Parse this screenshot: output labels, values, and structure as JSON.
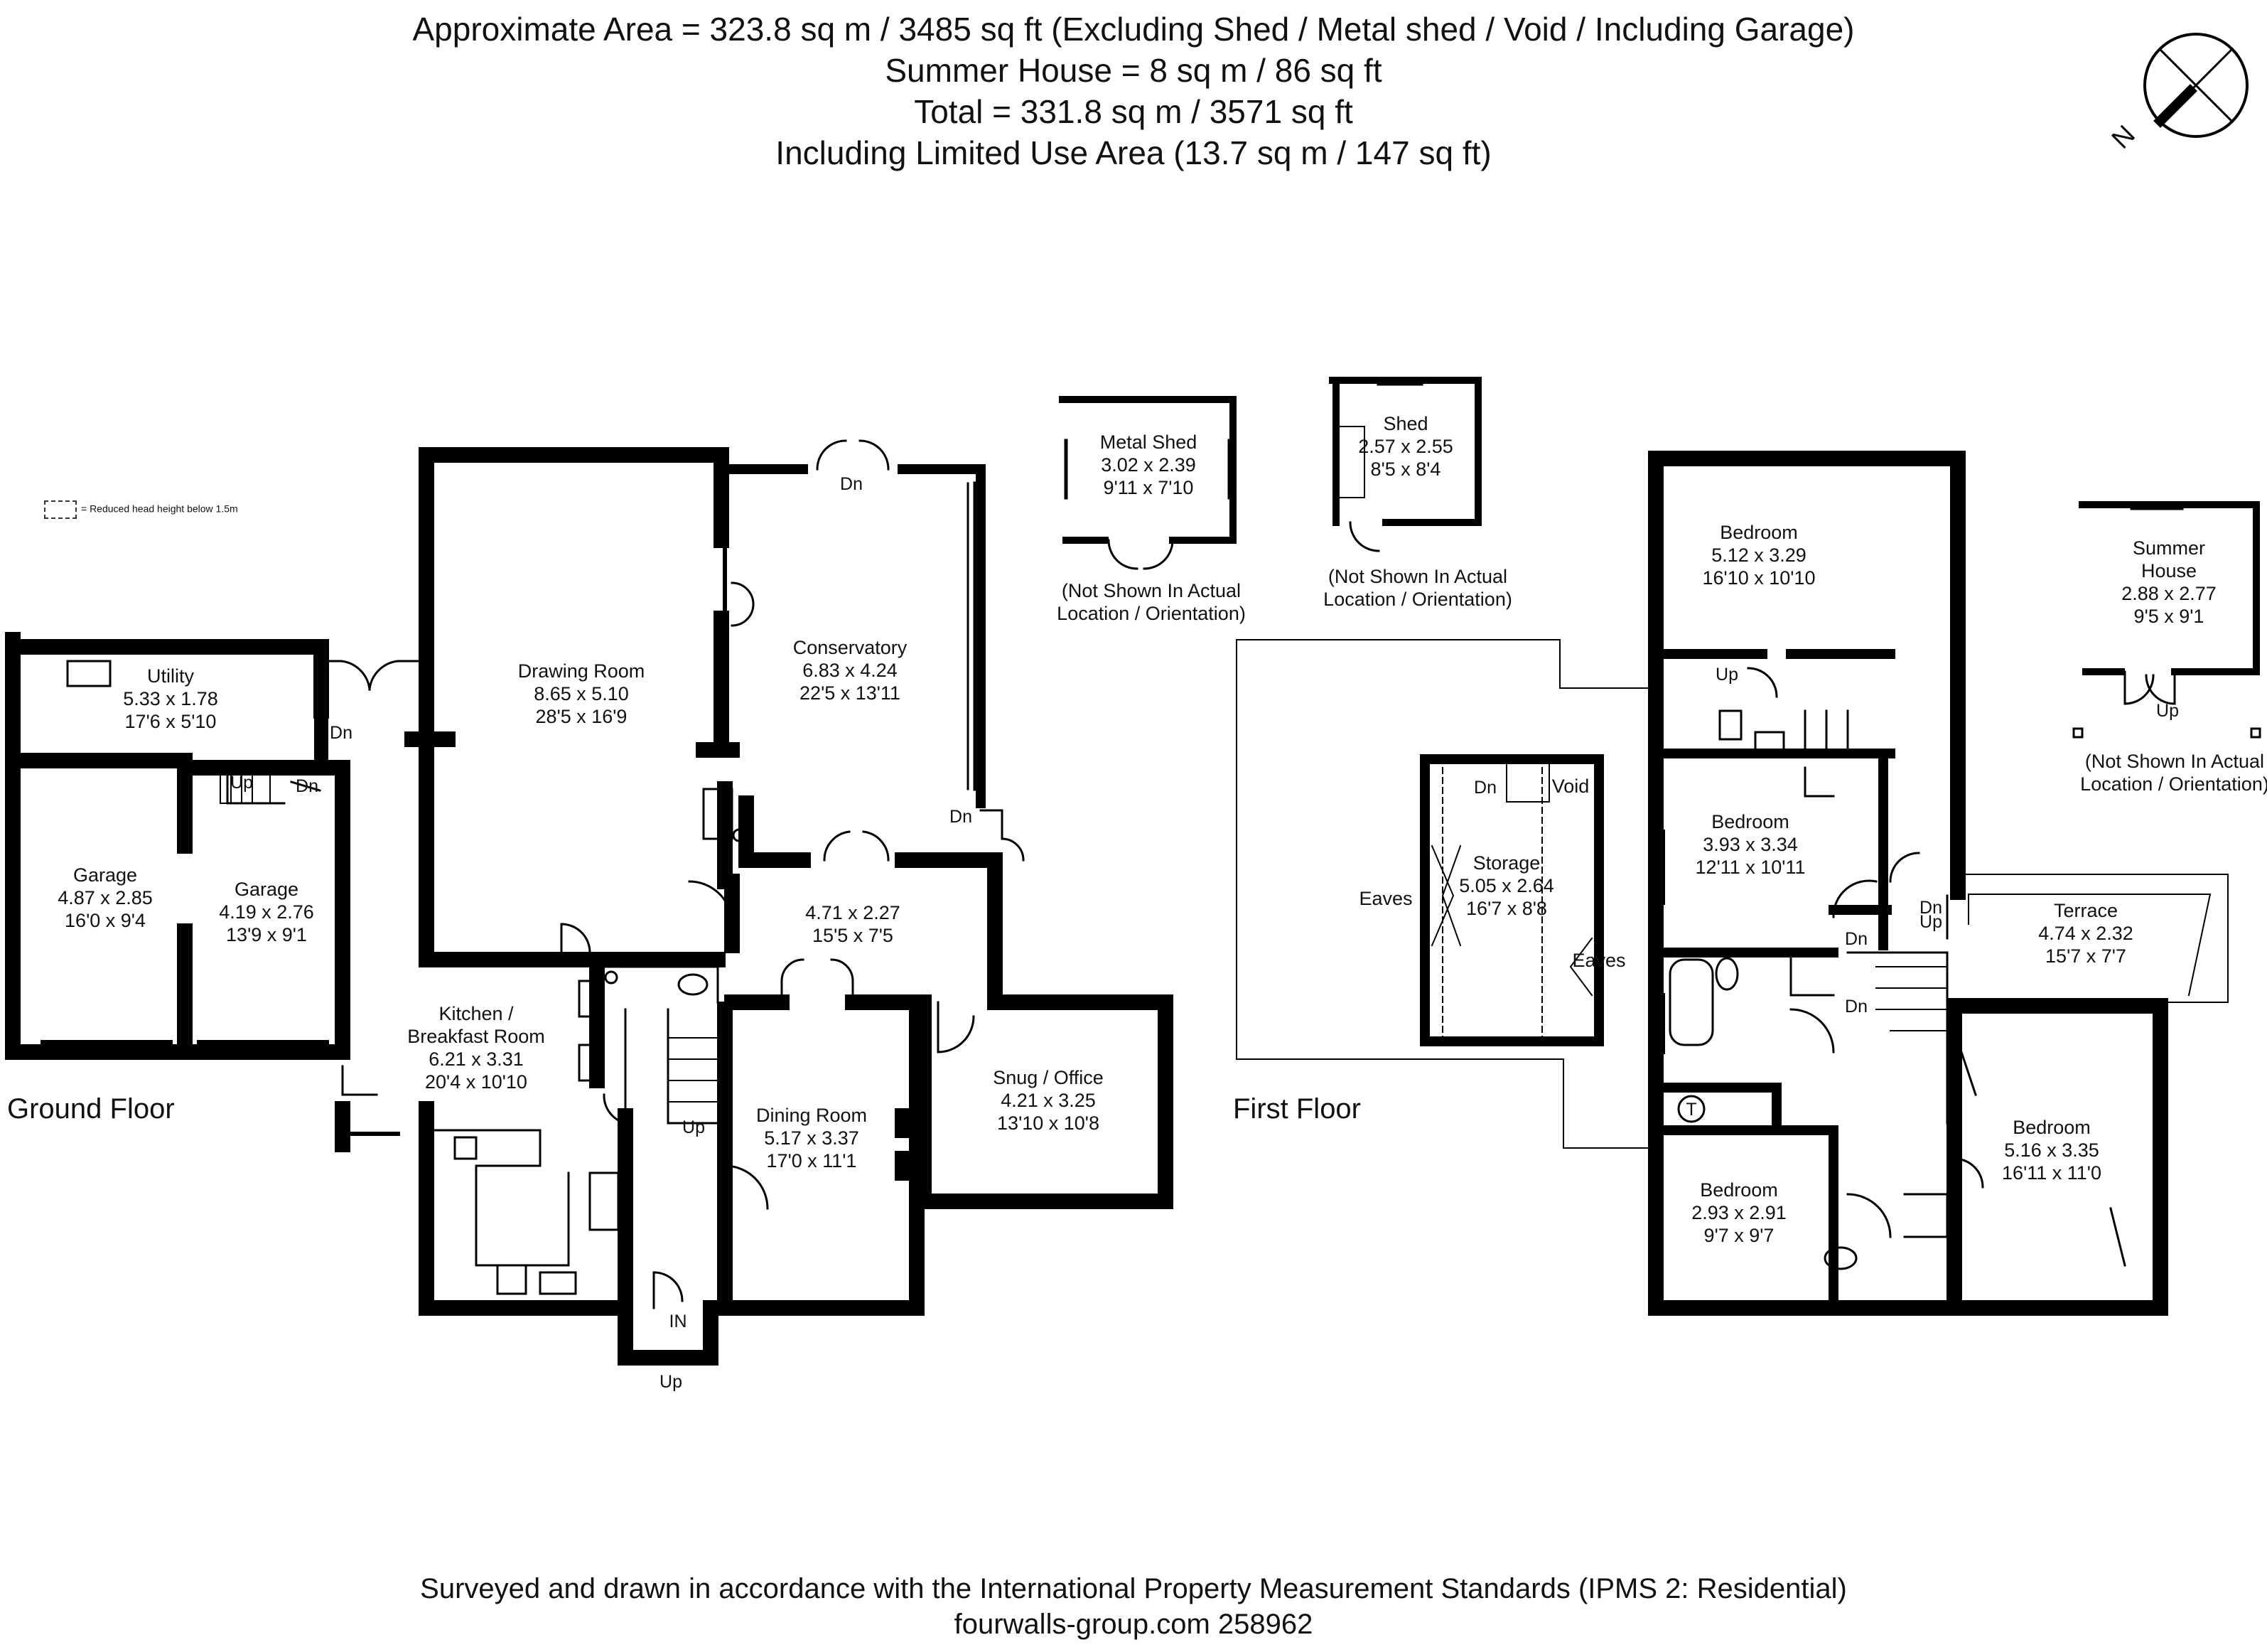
{
  "header": {
    "line1": "Approximate  Area = 323.8 sq m / 3485 sq ft (Excluding Shed / Metal shed / Void / Including Garage)",
    "line2": "Summer House = 8 sq m / 86 sq ft",
    "line3": "Total = 331.8 sq m / 3571 sq ft",
    "line4": "Including Limited Use Area (13.7 sq m / 147 sq ft)"
  },
  "compass": {
    "label": "N"
  },
  "legend": {
    "text": "= Reduced head height below 1.5m"
  },
  "floors": {
    "ground": "Ground Floor",
    "first": "First Floor"
  },
  "rooms": {
    "utility": {
      "name": "Utility",
      "metric": "5.33 x 1.78",
      "imperial": "17'6 x 5'10"
    },
    "garage1": {
      "name": "Garage",
      "metric": "4.87 x 2.85",
      "imperial": "16'0 x 9'4"
    },
    "garage2": {
      "name": "Garage",
      "metric": "4.19 x 2.76",
      "imperial": "13'9 x 9'1"
    },
    "drawing": {
      "name": "Drawing Room",
      "metric": "8.65 x 5.10",
      "imperial": "28'5 x 16'9"
    },
    "conservatory": {
      "name": "Conservatory",
      "metric": "6.83 x 4.24",
      "imperial": "22'5 x 13'11"
    },
    "hall": {
      "metric": "4.71 x 2.27",
      "imperial": "15'5 x 7'5"
    },
    "kitchen": {
      "name1": "Kitchen /",
      "name2": "Breakfast Room",
      "metric": "6.21 x 3.31",
      "imperial": "20'4 x 10'10"
    },
    "dining": {
      "name": "Dining Room",
      "metric": "5.17 x 3.37",
      "imperial": "17'0 x 11'1"
    },
    "snug": {
      "name": "Snug / Office",
      "metric": "4.21 x 3.25",
      "imperial": "13'10 x 10'8"
    },
    "metalshed": {
      "name": "Metal Shed",
      "metric": "3.02 x 2.39",
      "imperial": "9'11 x 7'10",
      "note1": "(Not Shown In Actual",
      "note2": "Location / Orientation)"
    },
    "shed": {
      "name": "Shed",
      "metric": "2.57 x 2.55",
      "imperial": "8'5 x 8'4",
      "note1": "(Not Shown In Actual",
      "note2": "Location / Orientation)"
    },
    "storage": {
      "name": "Storage",
      "metric": "5.05 x 2.64",
      "imperial": "16'7 x 8'8",
      "void": "Void"
    },
    "bed1": {
      "name": "Bedroom",
      "metric": "5.12 x 3.29",
      "imperial": "16'10 x 10'10"
    },
    "bed2": {
      "name": "Bedroom",
      "metric": "3.93 x 3.34",
      "imperial": "12'11 x 10'11"
    },
    "bed3": {
      "name": "Bedroom",
      "metric": "2.93 x 2.91",
      "imperial": "9'7 x 9'7"
    },
    "bed4": {
      "name": "Bedroom",
      "metric": "5.16 x 3.35",
      "imperial": "16'11 x 11'0"
    },
    "terrace": {
      "name": "Terrace",
      "metric": "4.74 x 2.32",
      "imperial": "15'7 x 7'7"
    },
    "summer": {
      "name1": "Summer",
      "name2": "House",
      "metric": "2.88 x 2.77",
      "imperial": "9'5 x 9'1",
      "note1": "(Not Shown In Actual",
      "note2": "Location / Orientation)"
    }
  },
  "markers": {
    "up": "Up",
    "dn": "Dn",
    "in": "IN",
    "eaves": "Eaves",
    "toilet": "T"
  },
  "footer": {
    "line1": "Surveyed and drawn in accordance with the International Property Measurement Standards (IPMS 2: Residential)",
    "line2": "fourwalls-group.com 258962"
  }
}
